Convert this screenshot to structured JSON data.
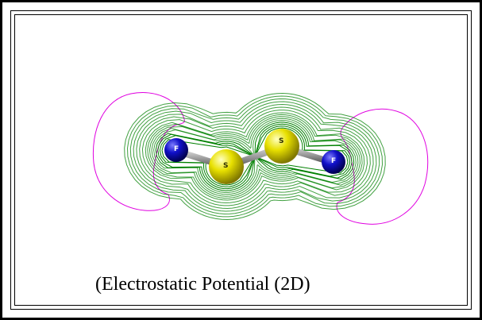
{
  "caption": "(Electrostatic Potential (2D)",
  "atoms": [
    {
      "element": "F",
      "label": "F",
      "color": "#1010c8"
    },
    {
      "element": "S",
      "label": "S",
      "color": "#e8e000"
    },
    {
      "element": "S",
      "label": "S",
      "color": "#e8e000"
    },
    {
      "element": "F",
      "label": "F",
      "color": "#1010c8"
    }
  ],
  "colors": {
    "positive_contour": "#e000e0",
    "negative_contour": "#008000",
    "bond": "#9a9a9a",
    "frame": "#000000"
  }
}
